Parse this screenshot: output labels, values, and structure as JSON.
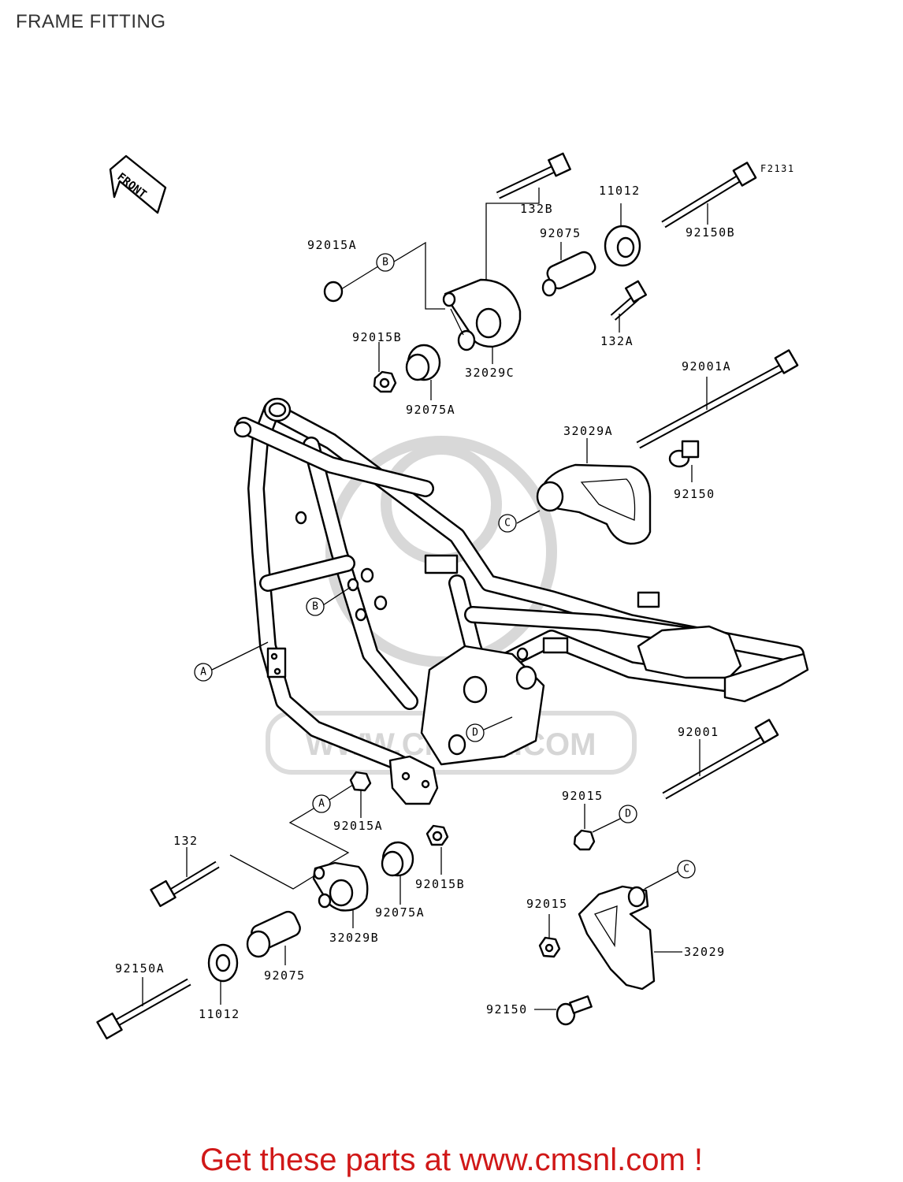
{
  "title": "FRAME FITTING",
  "figure_code": "F2131",
  "front_label": "FRONT",
  "watermark": "WWW.CMSNL.COM",
  "footer": "Get these parts at www.cmsnl.com !",
  "parts": {
    "p132B": "132B",
    "p11012_top": "11012",
    "p92150B": "92150B",
    "p92075_top": "92075",
    "p92015A_top": "92015A",
    "p132A": "132A",
    "p92015B_top": "92015B",
    "p32029C": "32029C",
    "p92075A_top": "92075A",
    "p92001A": "92001A",
    "p32029A": "32029A",
    "p92150_top": "92150",
    "p92001": "92001",
    "p92015_mid": "92015",
    "p92015A_bot": "92015A",
    "p132": "132",
    "p92015B_bot": "92015B",
    "p92075A_bot": "92075A",
    "p32029B": "32029B",
    "p92015_bot": "92015",
    "p32029": "32029",
    "p92150A": "92150A",
    "p92075_bot": "92075",
    "p11012_bot": "11012",
    "p92150_bot": "92150"
  },
  "callouts": {
    "B_top": "B",
    "C_top": "C",
    "B_frame": "B",
    "A_frame": "A",
    "D_frame": "D",
    "A_bot": "A",
    "D_right": "D",
    "C_bot": "C"
  }
}
